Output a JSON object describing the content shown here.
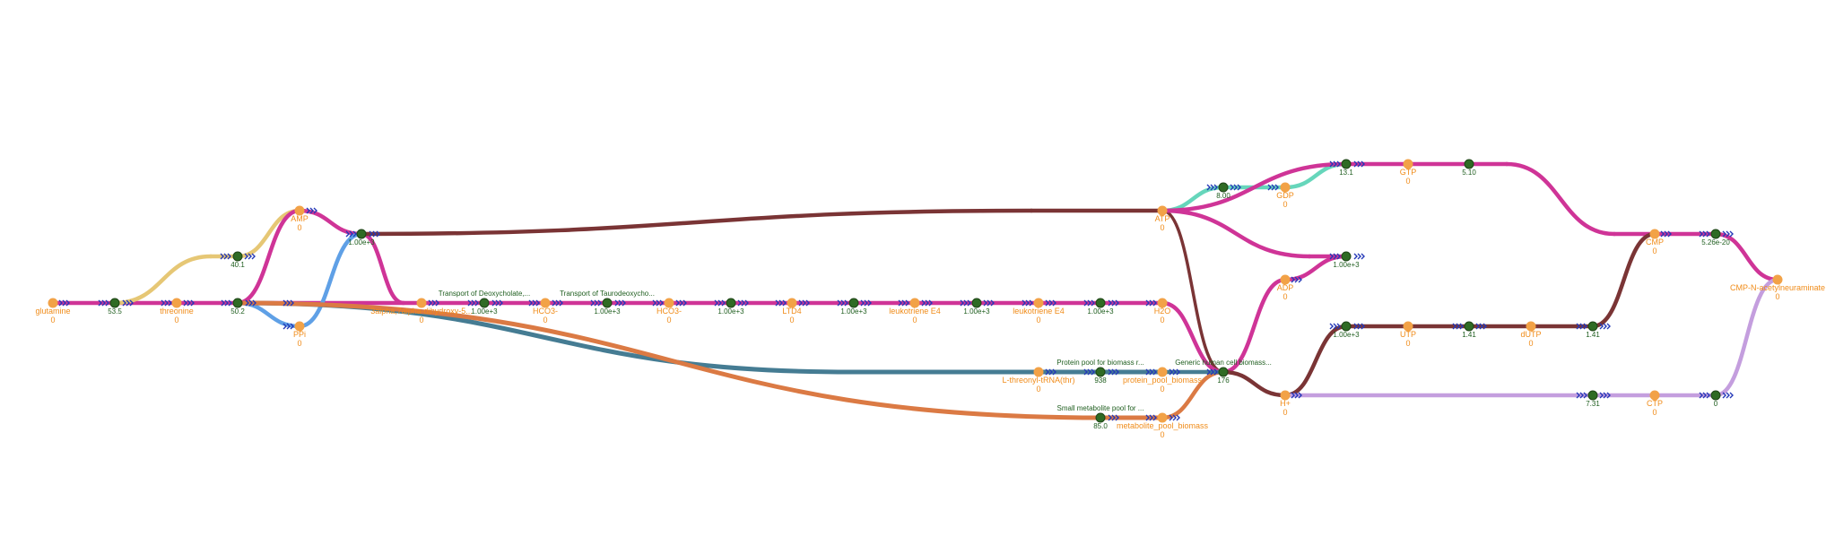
{
  "colors": {
    "magenta": "#cf3497",
    "brown": "#7a3435",
    "steel": "#457c93",
    "orange": "#db7a44",
    "gold": "#e6c775",
    "blue": "#5fa0e6",
    "teal": "#66d6bb",
    "lavender": "#c49ede",
    "metabolite": "#f2a247",
    "reaction": "#2f6b24",
    "label_metabolite": "#f08c1a",
    "label_reaction": "#1f5e1f"
  },
  "metabolites": [
    {
      "id": "glutamine",
      "label": "glutamine",
      "value": "0"
    },
    {
      "id": "threonine",
      "label": "threonine",
      "value": "0"
    },
    {
      "id": "AMP",
      "label": "AMP",
      "value": "0"
    },
    {
      "id": "PPi",
      "label": "PPi",
      "value": "0"
    },
    {
      "id": "dhb",
      "label": "3alpha,7alpha-dihydroxy-5...",
      "value": "0"
    },
    {
      "id": "hco3a",
      "label": "HCO3-",
      "value": "0"
    },
    {
      "id": "hco3b",
      "label": "HCO3-",
      "value": "0"
    },
    {
      "id": "ltd4",
      "label": "LTD4",
      "value": "0"
    },
    {
      "id": "lte4a",
      "label": "leukotriene E4",
      "value": "0"
    },
    {
      "id": "lte4b",
      "label": "leukotriene E4",
      "value": "0"
    },
    {
      "id": "h2o",
      "label": "H2O",
      "value": "0"
    },
    {
      "id": "atp",
      "label": "ATP",
      "value": "0"
    },
    {
      "id": "thr_trna",
      "label": "L-threonyl-tRNA(thr)",
      "value": "0"
    },
    {
      "id": "protein_pool",
      "label": "protein_pool_biomass",
      "value": "0"
    },
    {
      "id": "metab_pool",
      "label": "metabolite_pool_biomass",
      "value": "0"
    },
    {
      "id": "gdp",
      "label": "GDP",
      "value": "0"
    },
    {
      "id": "gtp",
      "label": "GTP",
      "value": "0"
    },
    {
      "id": "adp",
      "label": "ADP",
      "value": "0"
    },
    {
      "id": "hplus",
      "label": "H+",
      "value": "0"
    },
    {
      "id": "utp",
      "label": "UTP",
      "value": "0"
    },
    {
      "id": "dutp",
      "label": "dUTP",
      "value": "0"
    },
    {
      "id": "ctp",
      "label": "CTP",
      "value": "0"
    },
    {
      "id": "cmp",
      "label": "CMP",
      "value": "0"
    },
    {
      "id": "cmpneu",
      "label": "CMP-N-acetylneuraminate",
      "value": "0"
    }
  ],
  "reactions": [
    {
      "id": "r1",
      "flux": "53.5",
      "name": ""
    },
    {
      "id": "r2",
      "flux": "40.1",
      "name": ""
    },
    {
      "id": "r3",
      "flux": "50.2",
      "name": ""
    },
    {
      "id": "r4",
      "flux": "1.00e+3",
      "name": ""
    },
    {
      "id": "r5",
      "flux": "1.00e+3",
      "name": "Transport of Deoxycholate,..."
    },
    {
      "id": "r6",
      "flux": "1.00e+3",
      "name": "Transport of Taurodeoxycho..."
    },
    {
      "id": "r7",
      "flux": "1.00e+3",
      "name": ""
    },
    {
      "id": "r8",
      "flux": "1.00e+3",
      "name": ""
    },
    {
      "id": "r9",
      "flux": "1.00e+3",
      "name": ""
    },
    {
      "id": "r10",
      "flux": "1.00e+3",
      "name": ""
    },
    {
      "id": "r11",
      "flux": "938",
      "name": "Protein pool for biomass r..."
    },
    {
      "id": "r12",
      "flux": "85.0",
      "name": "Small metabolite pool for ..."
    },
    {
      "id": "r13",
      "flux": "176",
      "name": "Generic human cell biomass..."
    },
    {
      "id": "r14",
      "flux": "8.00",
      "name": ""
    },
    {
      "id": "r15",
      "flux": "13.1",
      "name": ""
    },
    {
      "id": "r16",
      "flux": "5.10",
      "name": ""
    },
    {
      "id": "r17",
      "flux": "1.00e+3",
      "name": ""
    },
    {
      "id": "r18",
      "flux": "1.00e+3",
      "name": ""
    },
    {
      "id": "r19",
      "flux": "1.41",
      "name": ""
    },
    {
      "id": "r20",
      "flux": "1.41",
      "name": ""
    },
    {
      "id": "r21",
      "flux": "7.31",
      "name": ""
    },
    {
      "id": "r22",
      "flux": "0",
      "name": ""
    },
    {
      "id": "r23",
      "flux": "5.26e-20",
      "name": ""
    }
  ]
}
